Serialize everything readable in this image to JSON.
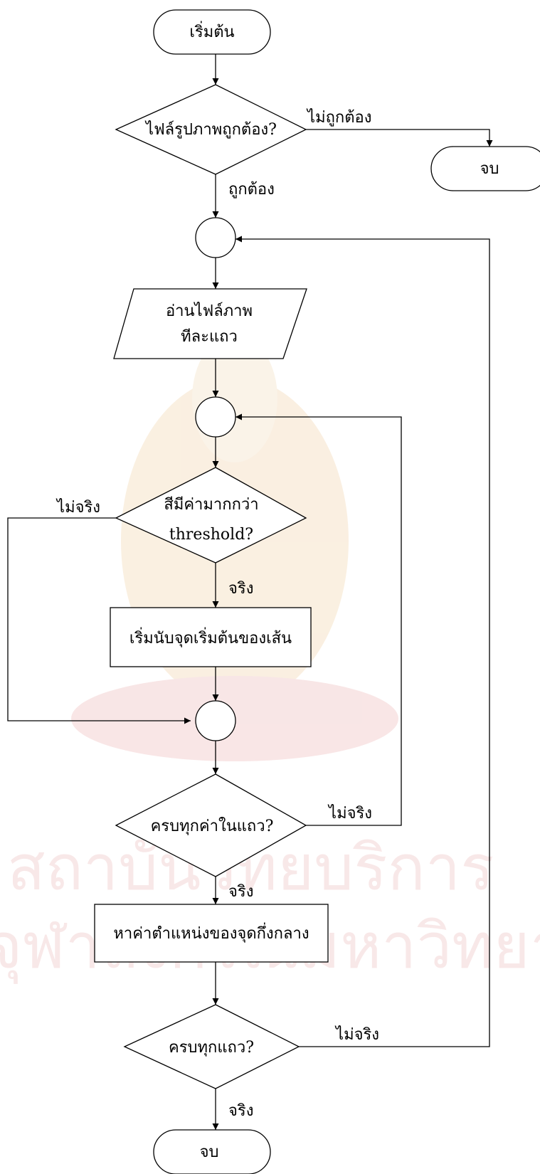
{
  "nodes": {
    "start": "เริ่มต้น",
    "check_file": "ไฟล์รูปภาพถูกต้อง?",
    "end_top": "จบ",
    "read_line_1": "อ่านไฟล์ภาพ",
    "read_line_2": "ทีละแถว",
    "check_color_1": "สีมีค่ามากกว่า",
    "check_color_2": "threshold?",
    "count_start": "เริ่มนับจุดเริ่มต้นของเส้น",
    "check_row_complete": "ครบทุกค่าในแถว?",
    "find_midpoint": "หาค่าตำแหน่งของจุดกึ่งกลาง",
    "check_all_rows": "ครบทุกแถว?",
    "end_bottom": "จบ"
  },
  "edges": {
    "file_invalid": "ไม่ถูกต้อง",
    "file_valid": "ถูกต้อง",
    "color_false": "ไม่จริง",
    "color_true": "จริง",
    "row_false": "ไม่จริง",
    "row_true": "จริง",
    "all_false": "ไม่จริง",
    "all_true": "จริง"
  },
  "watermark": {
    "line1": "สถาบันวิทยบริการ",
    "line2": "จุฬาลงกรณ์มหาวิทยาลัย"
  }
}
